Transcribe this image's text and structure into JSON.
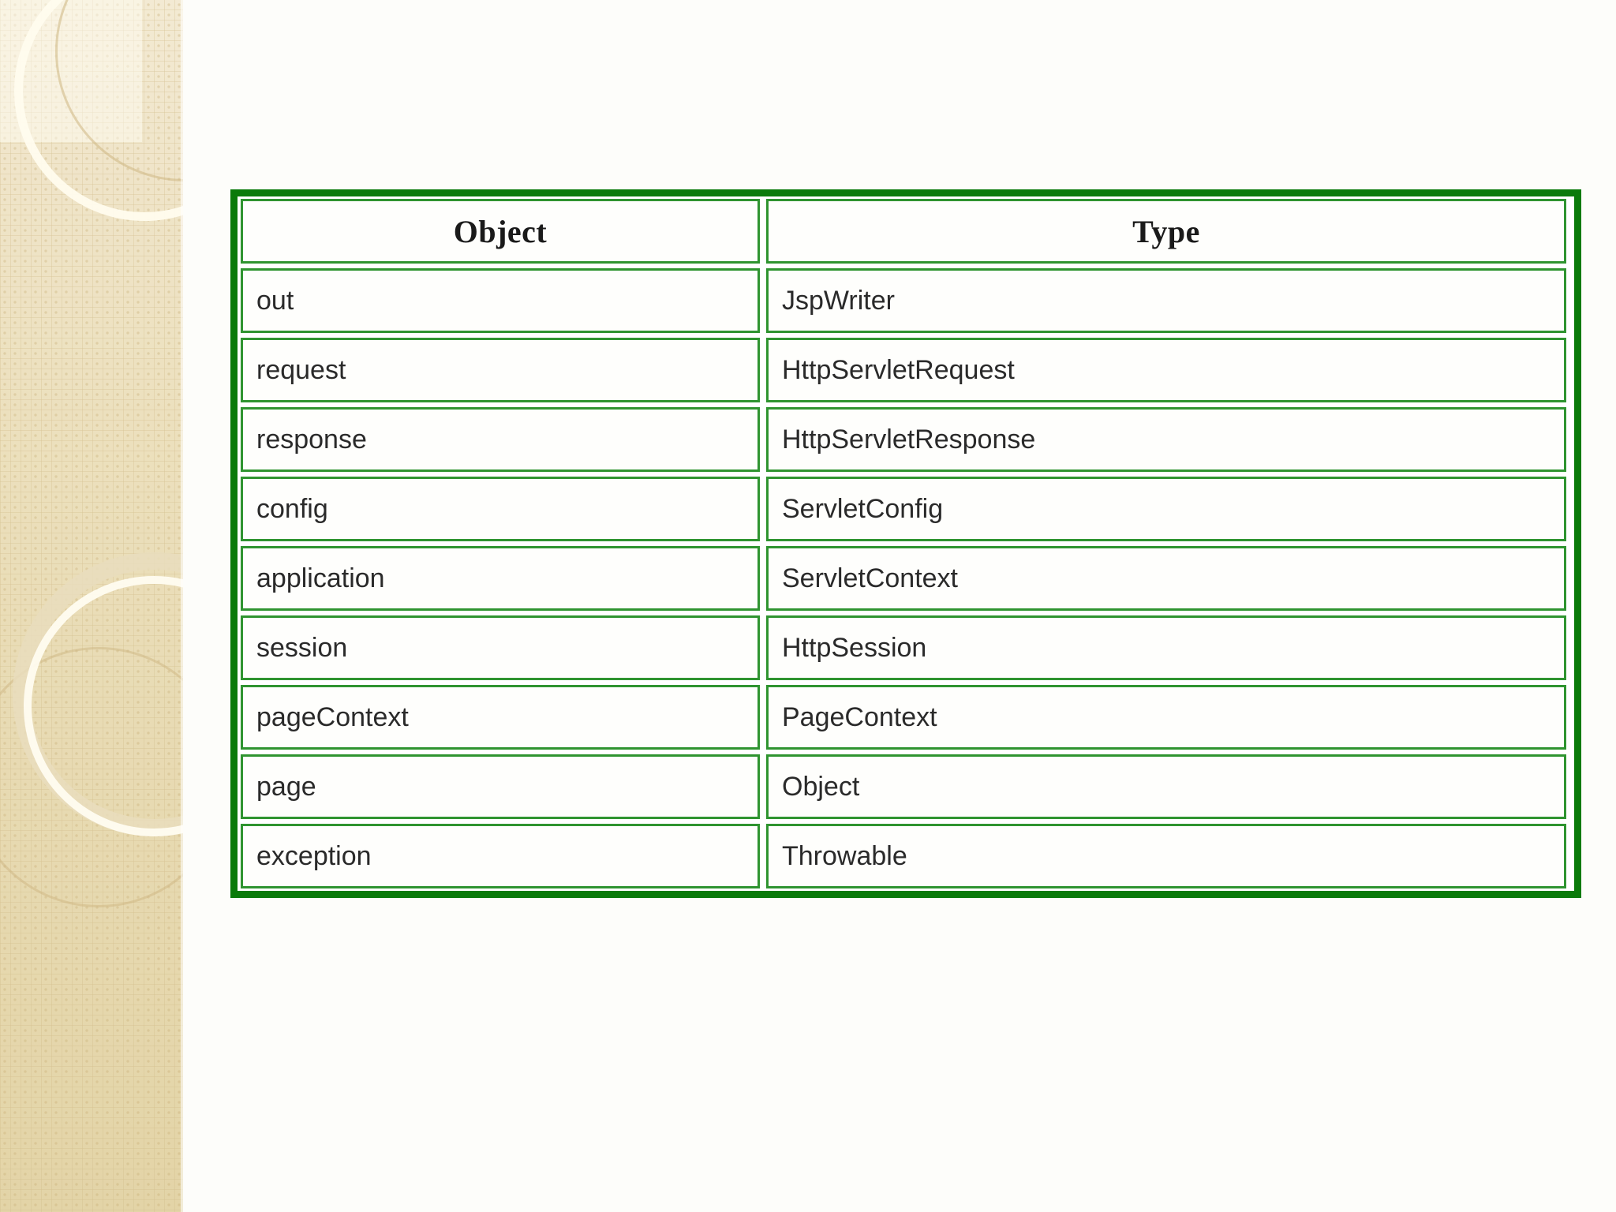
{
  "page": {
    "background_color": "#fdfdfa",
    "accent_color": "#0a7a0a",
    "cell_border_color": "#2f9430"
  },
  "decoration": {
    "band_name": "beige-circles-sidebar",
    "band_color": "#ece0bd"
  },
  "table": {
    "name": "jsp-implicit-objects-table",
    "columns": [
      "Object",
      "Type"
    ],
    "rows": [
      {
        "object": "out",
        "type": "JspWriter"
      },
      {
        "object": "request",
        "type": "HttpServletRequest"
      },
      {
        "object": "response",
        "type": "HttpServletResponse"
      },
      {
        "object": "config",
        "type": "ServletConfig"
      },
      {
        "object": "application",
        "type": "ServletContext"
      },
      {
        "object": "session",
        "type": "HttpSession"
      },
      {
        "object": "pageContext",
        "type": "PageContext"
      },
      {
        "object": "page",
        "type": "Object"
      },
      {
        "object": "exception",
        "type": "Throwable"
      }
    ]
  }
}
